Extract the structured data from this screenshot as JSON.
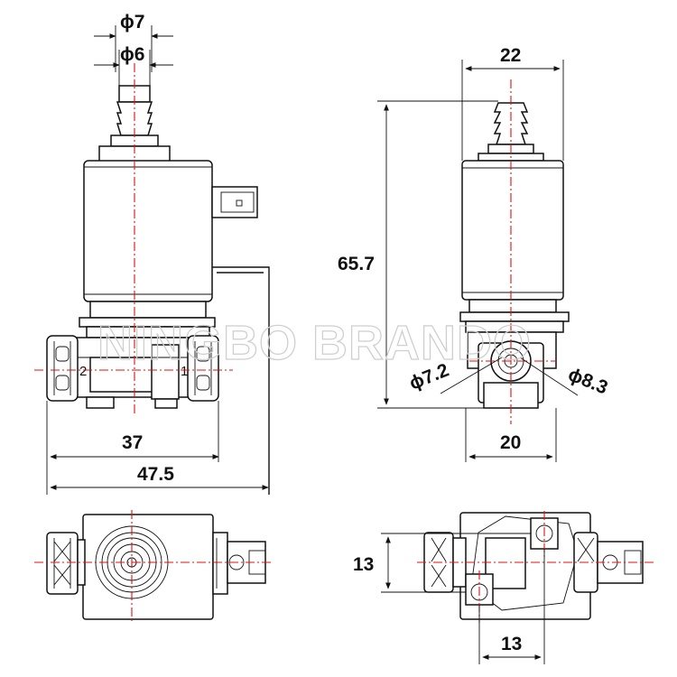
{
  "watermark": "NINGBO BRANDO",
  "front_view": {
    "dim_outer_tube": "ϕ7",
    "dim_inner_tube": "ϕ6",
    "dim_body_width": "37",
    "dim_overall_width": "47.5",
    "port_left": "2",
    "port_right": "1"
  },
  "side_view": {
    "dim_coil_width": "22",
    "dim_height": "65.7",
    "dim_bore_left": "ϕ7.2",
    "dim_bore_right": "ϕ8.3",
    "dim_base_width": "20"
  },
  "bottom_left_view": {},
  "bottom_right_view": {
    "dim_mount_height": "13",
    "dim_mount_width": "13"
  }
}
